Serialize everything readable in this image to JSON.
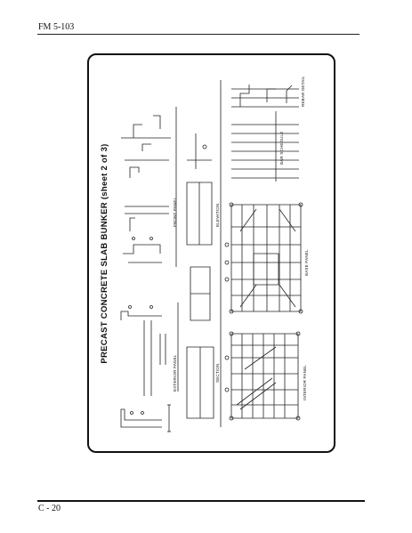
{
  "header": {
    "label": "FM 5-103"
  },
  "plate": {
    "title": "PRECAST CONCRETE SLAB BUNKER (sheet 2 of 3)",
    "labels": {
      "exterior_panel": "EXTERIOR PANEL",
      "section": "SECTION",
      "interior_panel": "INTERIOR PANEL",
      "front_panel": "FRONT PANEL",
      "elevation": "ELEVATION",
      "base_panel": "BASE PANEL",
      "bar_schedule": "BAR SCHEDULE",
      "rebar_detail": "REBAR DETAIL"
    }
  },
  "footer": {
    "page_label": "C - 20"
  }
}
